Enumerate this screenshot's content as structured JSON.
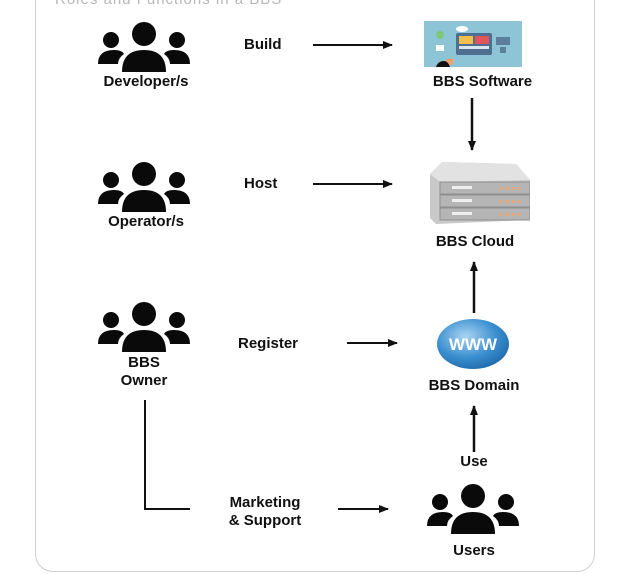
{
  "title": "Roles and Functions in a BBS",
  "actors": [
    {
      "id": "developers",
      "label": "Developer/s",
      "icon": "people-group-icon"
    },
    {
      "id": "operators",
      "label": "Operator/s",
      "icon": "people-group-icon"
    },
    {
      "id": "owner",
      "label_line1": "BBS",
      "label_line2": "Owner",
      "icon": "people-group-icon"
    },
    {
      "id": "users",
      "label": "Users",
      "icon": "people-group-icon"
    }
  ],
  "components": [
    {
      "id": "software",
      "label": "BBS Software",
      "icon": "software-monitor-icon"
    },
    {
      "id": "cloud",
      "label": "BBS Cloud",
      "icon": "server-stack-icon"
    },
    {
      "id": "domain",
      "label": "BBS Domain",
      "icon": "www-globe-icon",
      "icon_text": "WWW"
    }
  ],
  "relations": [
    {
      "label": "Build",
      "from": "developers",
      "to": "software"
    },
    {
      "label": "Host",
      "from": "operators",
      "to": "cloud"
    },
    {
      "label": "Register",
      "from": "owner",
      "to": "domain"
    },
    {
      "label_line1": "Marketing",
      "label_line2": "& Support",
      "from": "owner",
      "to": "users"
    },
    {
      "label": "Use",
      "from": "users",
      "to": "domain"
    },
    {
      "label": "",
      "from": "software",
      "to": "cloud"
    },
    {
      "label": "",
      "from": "domain",
      "to": "cloud"
    }
  ],
  "colors": {
    "icon_black": "#0a0a0a",
    "software_bg": "#8ec5d6",
    "globe_blue": "#3b8fd0",
    "server_gray": "#b9b9b9",
    "frame_border": "#cfcfcf"
  }
}
